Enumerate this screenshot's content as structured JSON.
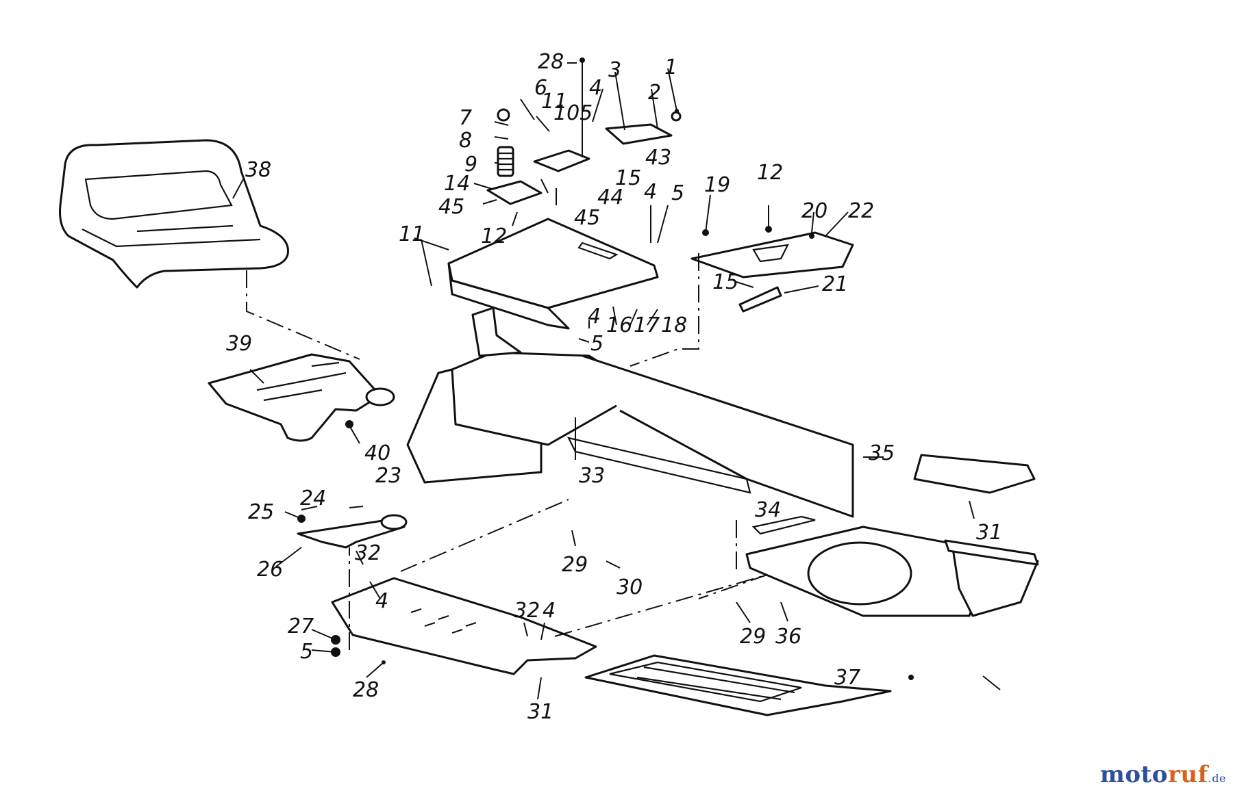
{
  "diagram": {
    "callouts": [
      {
        "id": "c-28a",
        "text": "28"
      },
      {
        "id": "c-1",
        "text": "1"
      },
      {
        "id": "c-3",
        "text": "3"
      },
      {
        "id": "c-6",
        "text": "6"
      },
      {
        "id": "c-2",
        "text": "2"
      },
      {
        "id": "c-4a",
        "text": "4"
      },
      {
        "id": "c-11a",
        "text": "11"
      },
      {
        "id": "c-105",
        "text": "105"
      },
      {
        "id": "c-7",
        "text": "7"
      },
      {
        "id": "c-8",
        "text": "8"
      },
      {
        "id": "c-43",
        "text": "43"
      },
      {
        "id": "c-9",
        "text": "9"
      },
      {
        "id": "c-15a",
        "text": "15"
      },
      {
        "id": "c-14",
        "text": "14"
      },
      {
        "id": "c-44",
        "text": "44"
      },
      {
        "id": "c-45a",
        "text": "45"
      },
      {
        "id": "c-45b",
        "text": "45"
      },
      {
        "id": "c-12a",
        "text": "12"
      },
      {
        "id": "c-11b",
        "text": "11"
      },
      {
        "id": "c-4b",
        "text": "4"
      },
      {
        "id": "c-5a",
        "text": "5"
      },
      {
        "id": "c-19",
        "text": "19"
      },
      {
        "id": "c-12b",
        "text": "12"
      },
      {
        "id": "c-20",
        "text": "20"
      },
      {
        "id": "c-22",
        "text": "22"
      },
      {
        "id": "c-38",
        "text": "38"
      },
      {
        "id": "c-16",
        "text": "16"
      },
      {
        "id": "c-17",
        "text": "17"
      },
      {
        "id": "c-18",
        "text": "18"
      },
      {
        "id": "c-4c",
        "text": "4"
      },
      {
        "id": "c-5b",
        "text": "5"
      },
      {
        "id": "c-15b",
        "text": "15"
      },
      {
        "id": "c-21",
        "text": "21"
      },
      {
        "id": "c-39",
        "text": "39"
      },
      {
        "id": "c-40",
        "text": "40"
      },
      {
        "id": "c-33",
        "text": "33"
      },
      {
        "id": "c-35",
        "text": "35"
      },
      {
        "id": "c-23",
        "text": "23"
      },
      {
        "id": "c-24",
        "text": "24"
      },
      {
        "id": "c-25",
        "text": "25"
      },
      {
        "id": "c-34",
        "text": "34"
      },
      {
        "id": "c-31a",
        "text": "31"
      },
      {
        "id": "c-26",
        "text": "26"
      },
      {
        "id": "c-32a",
        "text": "32"
      },
      {
        "id": "c-29a",
        "text": "29"
      },
      {
        "id": "c-30",
        "text": "30"
      },
      {
        "id": "c-4d",
        "text": "4"
      },
      {
        "id": "c-32b",
        "text": "32"
      },
      {
        "id": "c-4e",
        "text": "4"
      },
      {
        "id": "c-27",
        "text": "27"
      },
      {
        "id": "c-5c",
        "text": "5"
      },
      {
        "id": "c-29b",
        "text": "29"
      },
      {
        "id": "c-36",
        "text": "36"
      },
      {
        "id": "c-28b",
        "text": "28"
      },
      {
        "id": "c-31b",
        "text": "31"
      },
      {
        "id": "c-37",
        "text": "37"
      }
    ]
  },
  "watermark": {
    "part1": "moto",
    "part2": "ruf",
    "part3": ".de"
  }
}
